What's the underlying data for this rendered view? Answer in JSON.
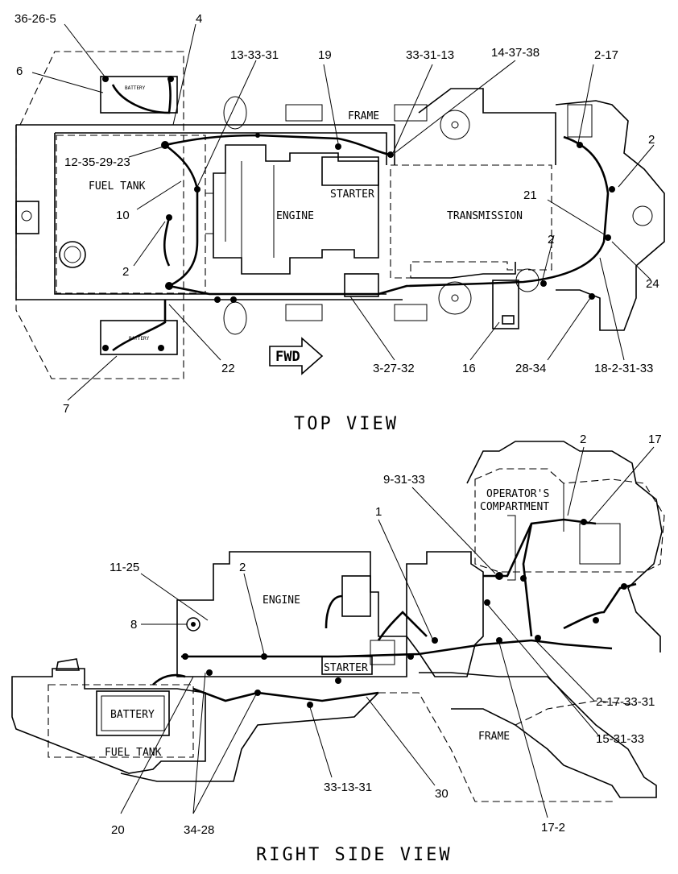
{
  "top_view": {
    "title": "TOP VIEW",
    "fwd": "FWD",
    "names": {
      "frame": "FRAME",
      "fuel_tank": "FUEL TANK",
      "engine": "ENGINE",
      "starter": "STARTER",
      "transmission": "TRANSMISSION",
      "battery_top": "BATTERY",
      "battery_bottom": "BATTERY"
    },
    "callouts": [
      "36-26-5",
      "4",
      "6",
      "13-33-31",
      "19",
      "33-31-13",
      "14-37-38",
      "2-17",
      "12-35-29-23",
      "10",
      "2",
      "2",
      "21",
      "2",
      "24",
      "7",
      "22",
      "3-27-32",
      "16",
      "28-34",
      "18-2-31-33"
    ]
  },
  "side_view": {
    "title": "RIGHT SIDE VIEW",
    "names": {
      "operators_compartment_1": "OPERATOR'S",
      "operators_compartment_2": "COMPARTMENT",
      "engine": "ENGINE",
      "starter": "STARTER",
      "battery": "BATTERY",
      "fuel_tank": "FUEL TANK",
      "frame": "FRAME"
    },
    "callouts": [
      "2",
      "17",
      "9-31-33",
      "1",
      "11-25",
      "2",
      "8",
      "2-17-33-31",
      "15-31-33",
      "20",
      "34-28",
      "33-13-31",
      "30",
      "17-2"
    ]
  }
}
